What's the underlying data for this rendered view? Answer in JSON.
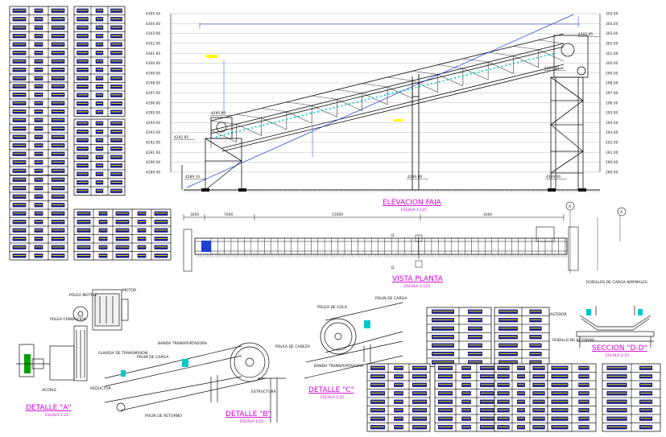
{
  "elevation": {
    "title": "ELEVACION  FAJA",
    "scale": "ESCALA 1:125",
    "levels_left": [
      "4305.00",
      "4304.00",
      "4303.00",
      "4302.00",
      "4301.00",
      "4300.00",
      "4299.00",
      "4298.00",
      "4297.00",
      "4296.00",
      "4295.00",
      "4294.00",
      "4293.00",
      "4292.00",
      "4291.00",
      "4290.00",
      "4289.00"
    ],
    "levels_right": [
      "305.00",
      "304.00",
      "303.00",
      "302.00",
      "301.00",
      "300.00",
      "299.00",
      "298.00",
      "297.00",
      "296.00",
      "295.00",
      "294.00",
      "293.00",
      "292.00",
      "291.00",
      "290.00",
      "289.00"
    ],
    "elev_marks": [
      "4302.95",
      "4300.90",
      "4295.80",
      "4292.85",
      "4289.10",
      "4289.00",
      "4289.00"
    ]
  },
  "plan": {
    "title": "VISTA  PLANTA",
    "scale": "ESCALA 1:125",
    "dims": [
      "3000",
      "7000",
      "15000",
      "3000"
    ],
    "section_marks": [
      "D",
      "D",
      "A",
      "A"
    ]
  },
  "detail_a": {
    "title": "DETALLE  \"A\"",
    "scale": "ESCALA 1:25",
    "labels": [
      "POLEA MOTRIZ",
      "MOTOR",
      "POLEA CONDUCIDA",
      "GUARDA DE TRANSMISION",
      "REDUCTOR",
      "ACOPLE"
    ]
  },
  "detail_b": {
    "title": "DETALLE  \"B\"",
    "scale": "ESCALA 1:25",
    "labels": [
      "BANDA TRANSPORTADORA",
      "POLIN DE CARGA",
      "POLEA DE CABEZA",
      "ESTRUCTURA",
      "POLIN DE RETORNO"
    ]
  },
  "detail_c": {
    "title": "DETALLE  \"C\"",
    "scale": "ESCALA 1:25",
    "labels": [
      "POLEA DE COLA",
      "POLIN DE CARGA",
      "BANDA TRANSPORTADORA"
    ]
  },
  "section_dd": {
    "title": "SECCION  \"D-D\"",
    "scale": "ESCALA 1:25",
    "labels": [
      "RODILLOS DE CARGA NORMALES",
      "BASTIDOR",
      "RODILLO DE RETORNO"
    ]
  },
  "colors": {
    "title_magenta": "#d200d2",
    "table_fill": "#1a1a8a",
    "table_text": "#ffff00",
    "blue_line": "#1f3fd6",
    "cyan_rollers": "#00c8c8",
    "green_motor": "#00a000"
  }
}
